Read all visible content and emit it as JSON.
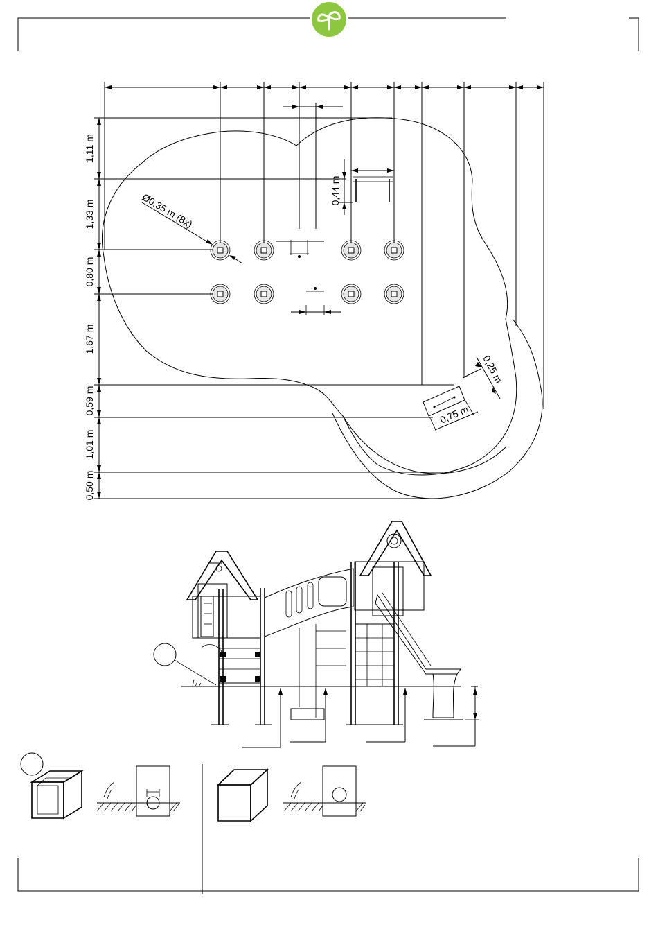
{
  "brand": {
    "logo": "brand-logo",
    "accent": "#8dc63f"
  },
  "plan": {
    "post_diameter": "Ø0,35 m (8x)",
    "vertical_dims": [
      "1,11 m",
      "1,33 m",
      "0,80 m",
      "1,67 m",
      "0,59 m",
      "1,01 m",
      "0,50 m"
    ],
    "small_height": "0,44 m",
    "slide_width": "0,25 m",
    "slide_length": "0,75 m"
  },
  "elevation": {
    "callout_marker": "detail-a-marker"
  },
  "details": {
    "marker": "detail-a-marker",
    "left": "hollow-tube-in-ground",
    "right": "solid-post-in-ground"
  }
}
